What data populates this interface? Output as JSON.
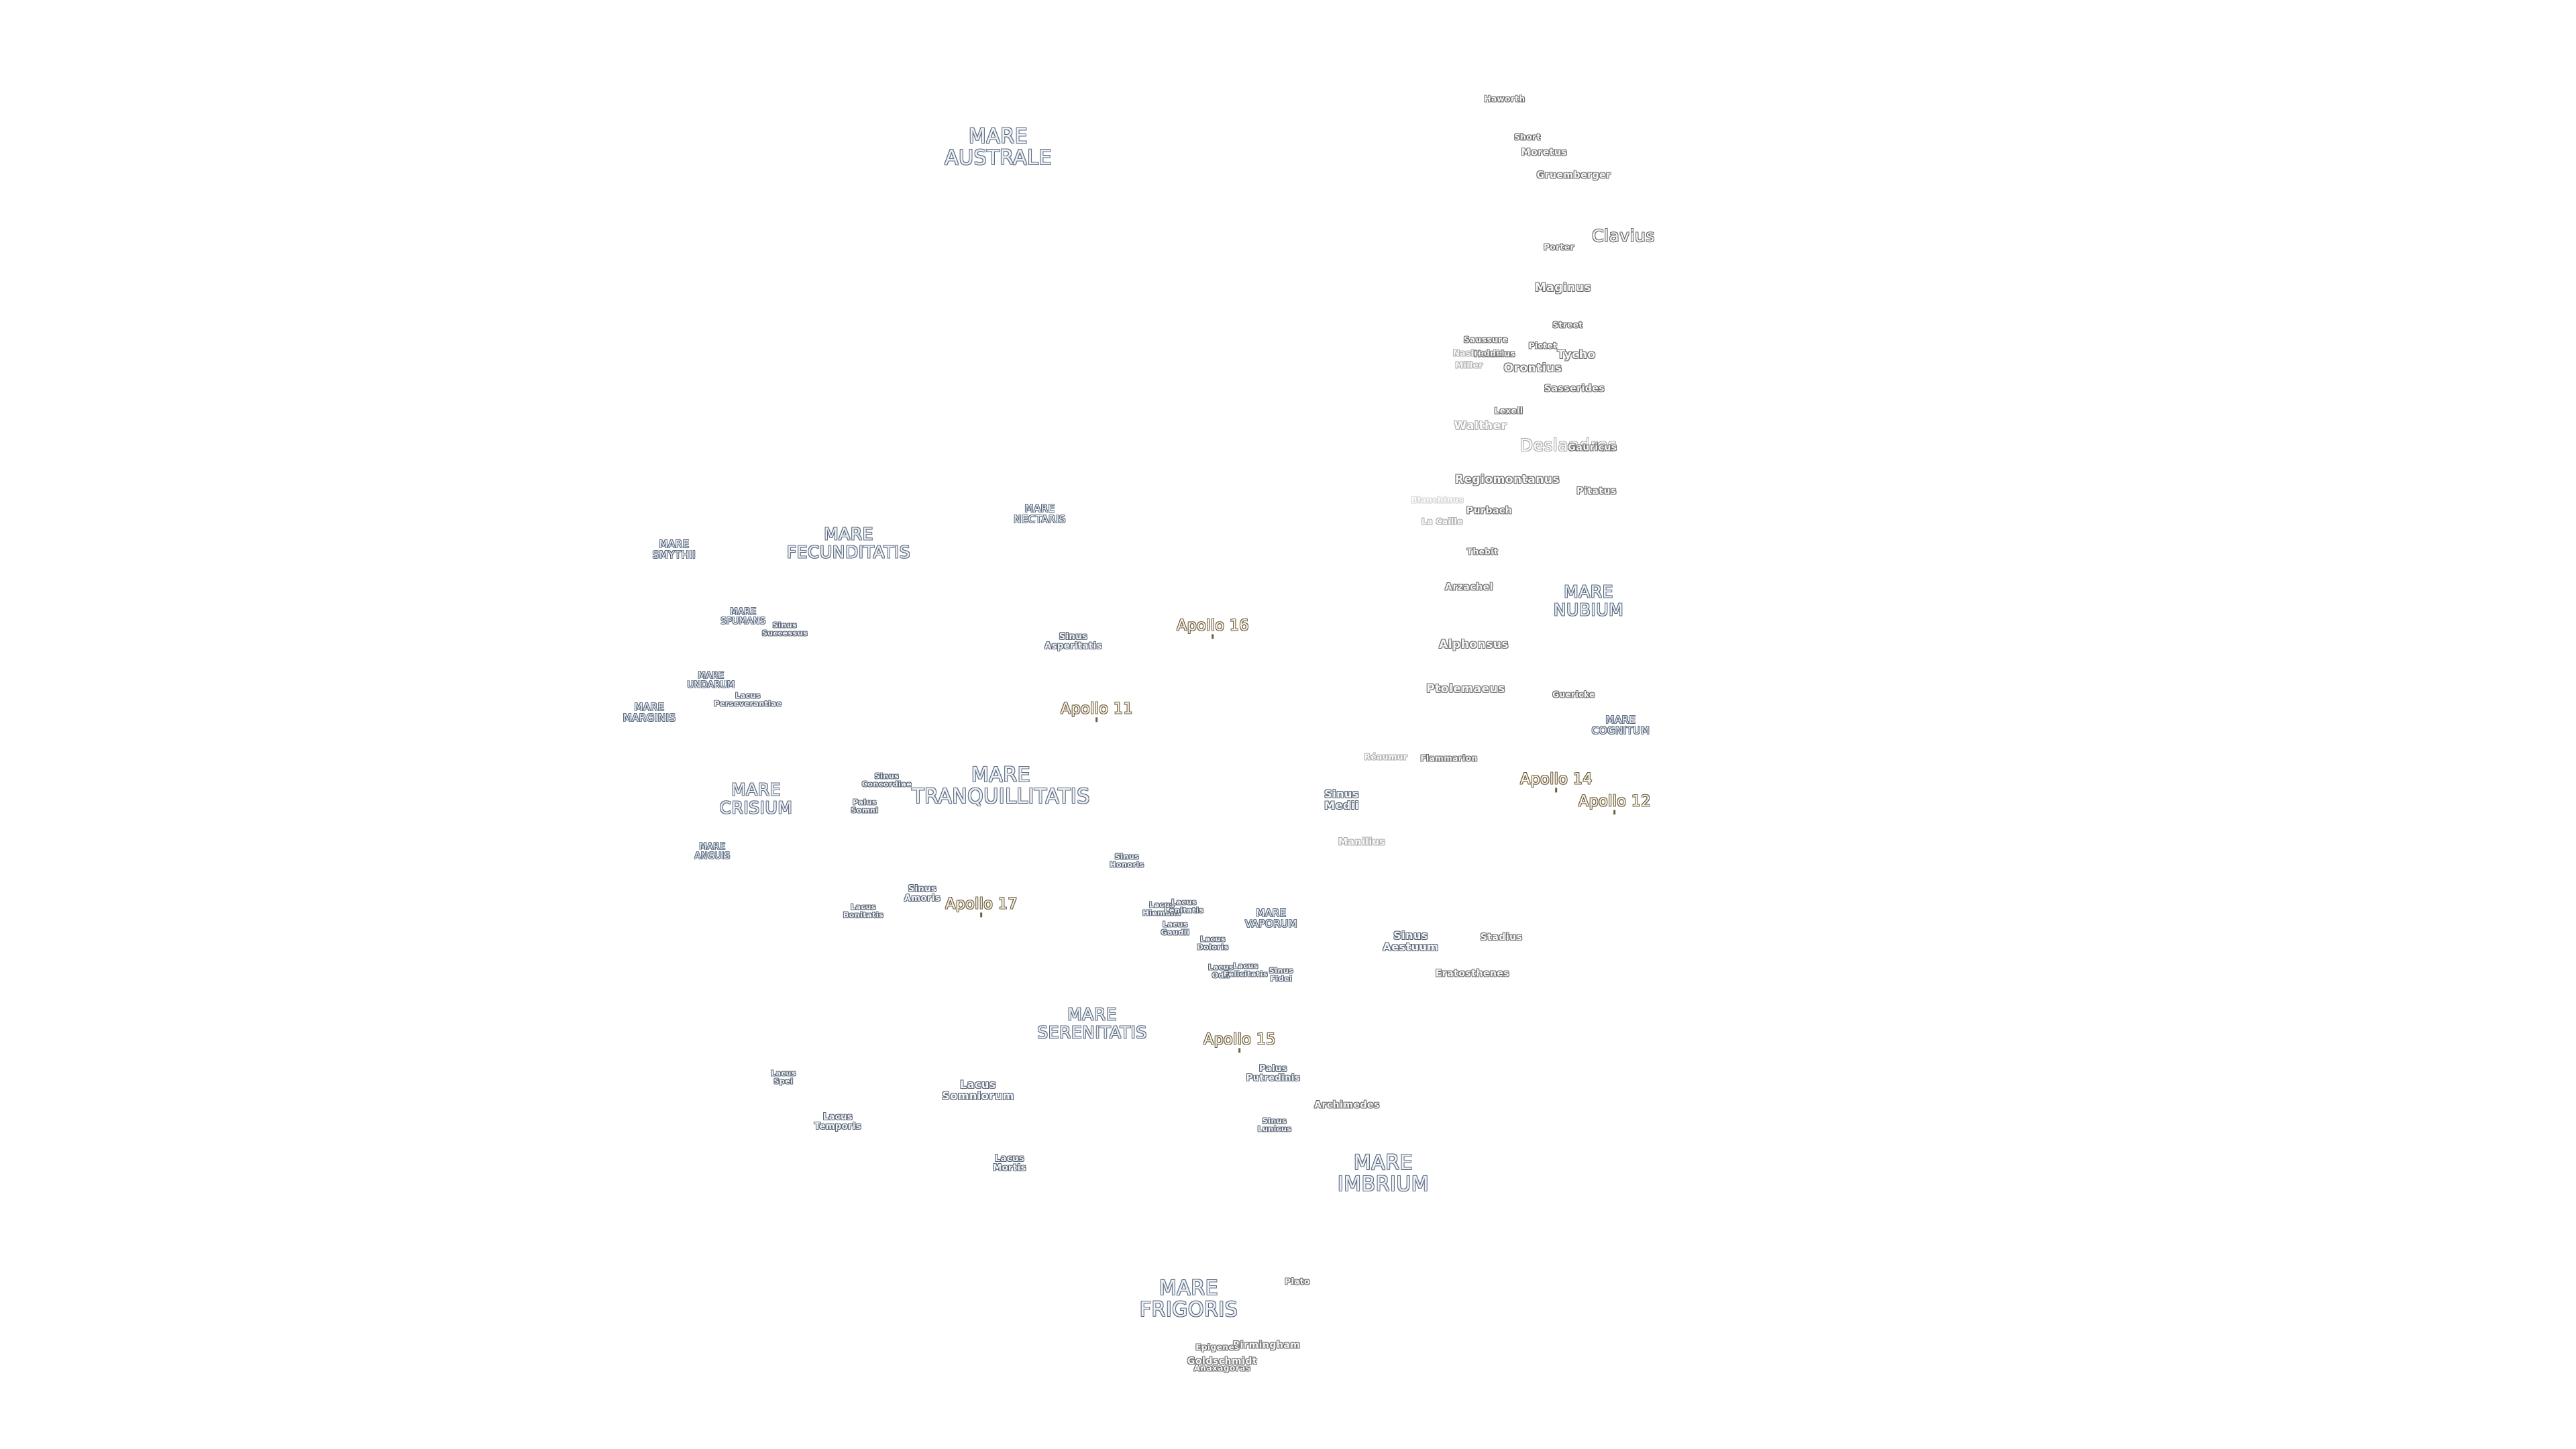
{
  "map": {
    "labels": [
      {
        "lines": [
          "MARE",
          "AUSTRALE"
        ],
        "kind": "mare big"
      },
      {
        "lines": [
          "MARE",
          "NECTARIS"
        ],
        "kind": "mare sm"
      },
      {
        "lines": [
          "MARE",
          "FECUNDITATIS"
        ],
        "kind": "mare"
      },
      {
        "lines": [
          "MARE",
          "SMYTHII"
        ],
        "kind": "mare sm"
      },
      {
        "lines": [
          "MARE",
          "SPUMANS"
        ],
        "kind": "mare xs"
      },
      {
        "lines": [
          "Sinus",
          "Successus"
        ],
        "kind": "small xs"
      },
      {
        "lines": [
          "MARE",
          "UNDARUM"
        ],
        "kind": "mare xs"
      },
      {
        "lines": [
          "Lacus",
          "Perseverantiae"
        ],
        "kind": "small xs"
      },
      {
        "lines": [
          "MARE",
          "MARGINIS"
        ],
        "kind": "mare sm"
      },
      {
        "lines": [
          "Sinus",
          "Asperitatis"
        ],
        "kind": "small"
      },
      {
        "lines": [
          "Apollo 16"
        ],
        "kind": "apollo"
      },
      {
        "lines": [
          "Apollo 11"
        ],
        "kind": "apollo"
      },
      {
        "lines": [
          "MARE",
          "TRANQUILLITATIS"
        ],
        "kind": "mare big"
      },
      {
        "lines": [
          "Sinus",
          "Concordiae"
        ],
        "kind": "small xs"
      },
      {
        "lines": [
          "Palus",
          "Somni"
        ],
        "kind": "small xs"
      },
      {
        "lines": [
          "MARE",
          "CRISIUM"
        ],
        "kind": "mare"
      },
      {
        "lines": [
          "MARE",
          "ANGUIS"
        ],
        "kind": "mare xs"
      },
      {
        "lines": [
          "Sinus",
          "Amoris"
        ],
        "kind": "small"
      },
      {
        "lines": [
          "Lacus",
          "Bonitatis"
        ],
        "kind": "small xs"
      },
      {
        "lines": [
          "Apollo 17"
        ],
        "kind": "apollo"
      },
      {
        "lines": [
          "Sinus",
          "Honoris"
        ],
        "kind": "small xs"
      },
      {
        "lines": [
          "Lacus",
          "Hiemalis"
        ],
        "kind": "small xs"
      },
      {
        "lines": [
          "Lacus",
          "Lenitatis"
        ],
        "kind": "small xs"
      },
      {
        "lines": [
          "Lacus",
          "Gaudii"
        ],
        "kind": "small xs"
      },
      {
        "lines": [
          "Lacus",
          "Doloris"
        ],
        "kind": "small xs"
      },
      {
        "lines": [
          "MARE",
          "VAPORUM"
        ],
        "kind": "mare sm"
      },
      {
        "lines": [
          "Lacus",
          "Odii"
        ],
        "kind": "small xs"
      },
      {
        "lines": [
          "Lacus",
          "Felicitatis"
        ],
        "kind": "small xs"
      },
      {
        "lines": [
          "Sinus",
          "Fidei"
        ],
        "kind": "small xs"
      },
      {
        "lines": [
          "MARE",
          "SERENITATIS"
        ],
        "kind": "mare"
      },
      {
        "lines": [
          "Apollo 15"
        ],
        "kind": "apollo"
      },
      {
        "lines": [
          "Palus",
          "Putredinis"
        ],
        "kind": "small"
      },
      {
        "lines": [
          "Lacus",
          "Spei"
        ],
        "kind": "small xs"
      },
      {
        "lines": [
          "Lacus",
          "Somniorum"
        ],
        "kind": "small sinus"
      },
      {
        "lines": [
          "Lacus",
          "Temporis"
        ],
        "kind": "small"
      },
      {
        "lines": [
          "Lacus",
          "Mortis"
        ],
        "kind": "small"
      },
      {
        "lines": [
          "Sinus",
          "Lunicus"
        ],
        "kind": "small xs"
      },
      {
        "lines": [
          "Archimedes"
        ],
        "kind": "crater"
      },
      {
        "lines": [
          "MARE",
          "IMBRIUM"
        ],
        "kind": "mare big"
      },
      {
        "lines": [
          "Plato"
        ],
        "kind": "crater xs"
      },
      {
        "lines": [
          "MARE",
          "FRIGORIS"
        ],
        "kind": "mare big"
      },
      {
        "lines": [
          "Birmingham"
        ],
        "kind": "crater"
      },
      {
        "lines": [
          "Epigenes"
        ],
        "kind": "crater xs"
      },
      {
        "lines": [
          "Goldschmidt"
        ],
        "kind": "crater"
      },
      {
        "lines": [
          "Anaxagoras"
        ],
        "kind": "crater xs"
      },
      {
        "lines": [
          "Sinus",
          "Medii"
        ],
        "kind": "small sinus"
      },
      {
        "lines": [
          "Sinus",
          "Aestuum"
        ],
        "kind": "small sinus"
      },
      {
        "lines": [
          "Stadius"
        ],
        "kind": "crater"
      },
      {
        "lines": [
          "Eratosthenes"
        ],
        "kind": "crater"
      },
      {
        "lines": [
          "Manilius"
        ],
        "kind": "crater faint"
      },
      {
        "lines": [
          "Flammarion"
        ],
        "kind": "crater xs"
      },
      {
        "lines": [
          "Réaumur"
        ],
        "kind": "crater xs faint"
      },
      {
        "lines": [
          "Apollo 14"
        ],
        "kind": "apollo"
      },
      {
        "lines": [
          "Apollo 12"
        ],
        "kind": "apollo"
      },
      {
        "lines": [
          "MARE",
          "COGNITUM"
        ],
        "kind": "mare sm fainter"
      },
      {
        "lines": [
          "Guericke"
        ],
        "kind": "crater xs"
      },
      {
        "lines": [
          "Ptolemaeus"
        ],
        "kind": "crater med"
      },
      {
        "lines": [
          "Alphonsus"
        ],
        "kind": "crater med"
      },
      {
        "lines": [
          "Arzachel"
        ],
        "kind": "crater"
      },
      {
        "lines": [
          "MARE",
          "NUBIUM"
        ],
        "kind": "mare"
      },
      {
        "lines": [
          "Thebit"
        ],
        "kind": "crater xs"
      },
      {
        "lines": [
          "Purbach"
        ],
        "kind": "crater"
      },
      {
        "lines": [
          "La Caille"
        ],
        "kind": "crater xs faint"
      },
      {
        "lines": [
          "Regiomontanus"
        ],
        "kind": "crater med"
      },
      {
        "lines": [
          "Blanchinus"
        ],
        "kind": "crater xs fainter"
      },
      {
        "lines": [
          "Pitatus"
        ],
        "kind": "crater"
      },
      {
        "lines": [
          "Deslandres"
        ],
        "kind": "crater lg faint"
      },
      {
        "lines": [
          "Gauricus"
        ],
        "kind": "crater"
      },
      {
        "lines": [
          "Walther"
        ],
        "kind": "crater med faint"
      },
      {
        "lines": [
          "Lexell"
        ],
        "kind": "crater xs"
      },
      {
        "lines": [
          "Sasserides"
        ],
        "kind": "crater"
      },
      {
        "lines": [
          "Orontius"
        ],
        "kind": "crater med"
      },
      {
        "lines": [
          "Tycho"
        ],
        "kind": "crater med"
      },
      {
        "lines": [
          "Street"
        ],
        "kind": "crater xs"
      },
      {
        "lines": [
          "Pictet"
        ],
        "kind": "crater xs"
      },
      {
        "lines": [
          "Saussure"
        ],
        "kind": "crater xs"
      },
      {
        "lines": [
          "Heinsius"
        ],
        "kind": "crater xs"
      },
      {
        "lines": [
          "Nasireddin"
        ],
        "kind": "crater xs faint"
      },
      {
        "lines": [
          "Miller"
        ],
        "kind": "crater xs faint"
      },
      {
        "lines": [
          "Maginus"
        ],
        "kind": "crater med"
      },
      {
        "lines": [
          "Porter"
        ],
        "kind": "crater xs"
      },
      {
        "lines": [
          "Clavius"
        ],
        "kind": "crater lg"
      },
      {
        "lines": [
          "Gruemberger"
        ],
        "kind": "crater"
      },
      {
        "lines": [
          "Moretus"
        ],
        "kind": "crater"
      },
      {
        "lines": [
          "Short"
        ],
        "kind": "crater xs"
      },
      {
        "lines": [
          "Haworth"
        ],
        "kind": "crater xs"
      }
    ]
  }
}
